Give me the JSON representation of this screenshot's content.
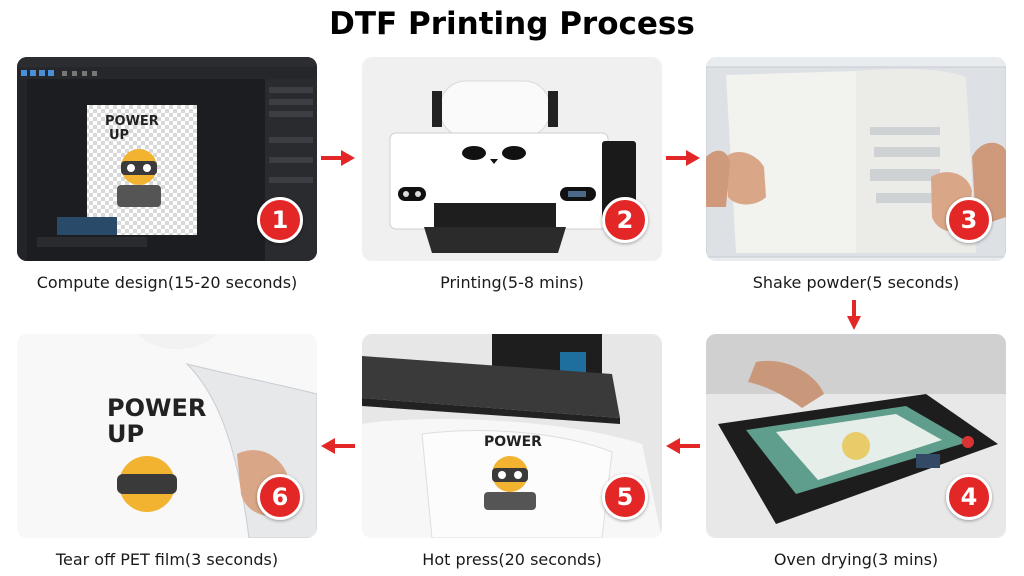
{
  "title": "DTF Printing Process",
  "steps": [
    {
      "number": "1",
      "caption": "Compute design(15-20 seconds)"
    },
    {
      "number": "2",
      "caption": "Printing(5-8 mins)"
    },
    {
      "number": "3",
      "caption": "Shake powder(5 seconds)"
    },
    {
      "number": "4",
      "caption": "Oven drying(3 mins)"
    },
    {
      "number": "5",
      "caption": "Hot press(20 seconds)"
    },
    {
      "number": "6",
      "caption": "Tear off PET film(3 seconds)"
    }
  ],
  "artwork": {
    "line1": "POWER",
    "line2": "UP"
  },
  "colors": {
    "badge": "#e32626",
    "arrow": "#e32626"
  },
  "icons": {
    "flow_arrow": "right-arrow-icon / down-arrow-icon / left-arrow-icon"
  }
}
